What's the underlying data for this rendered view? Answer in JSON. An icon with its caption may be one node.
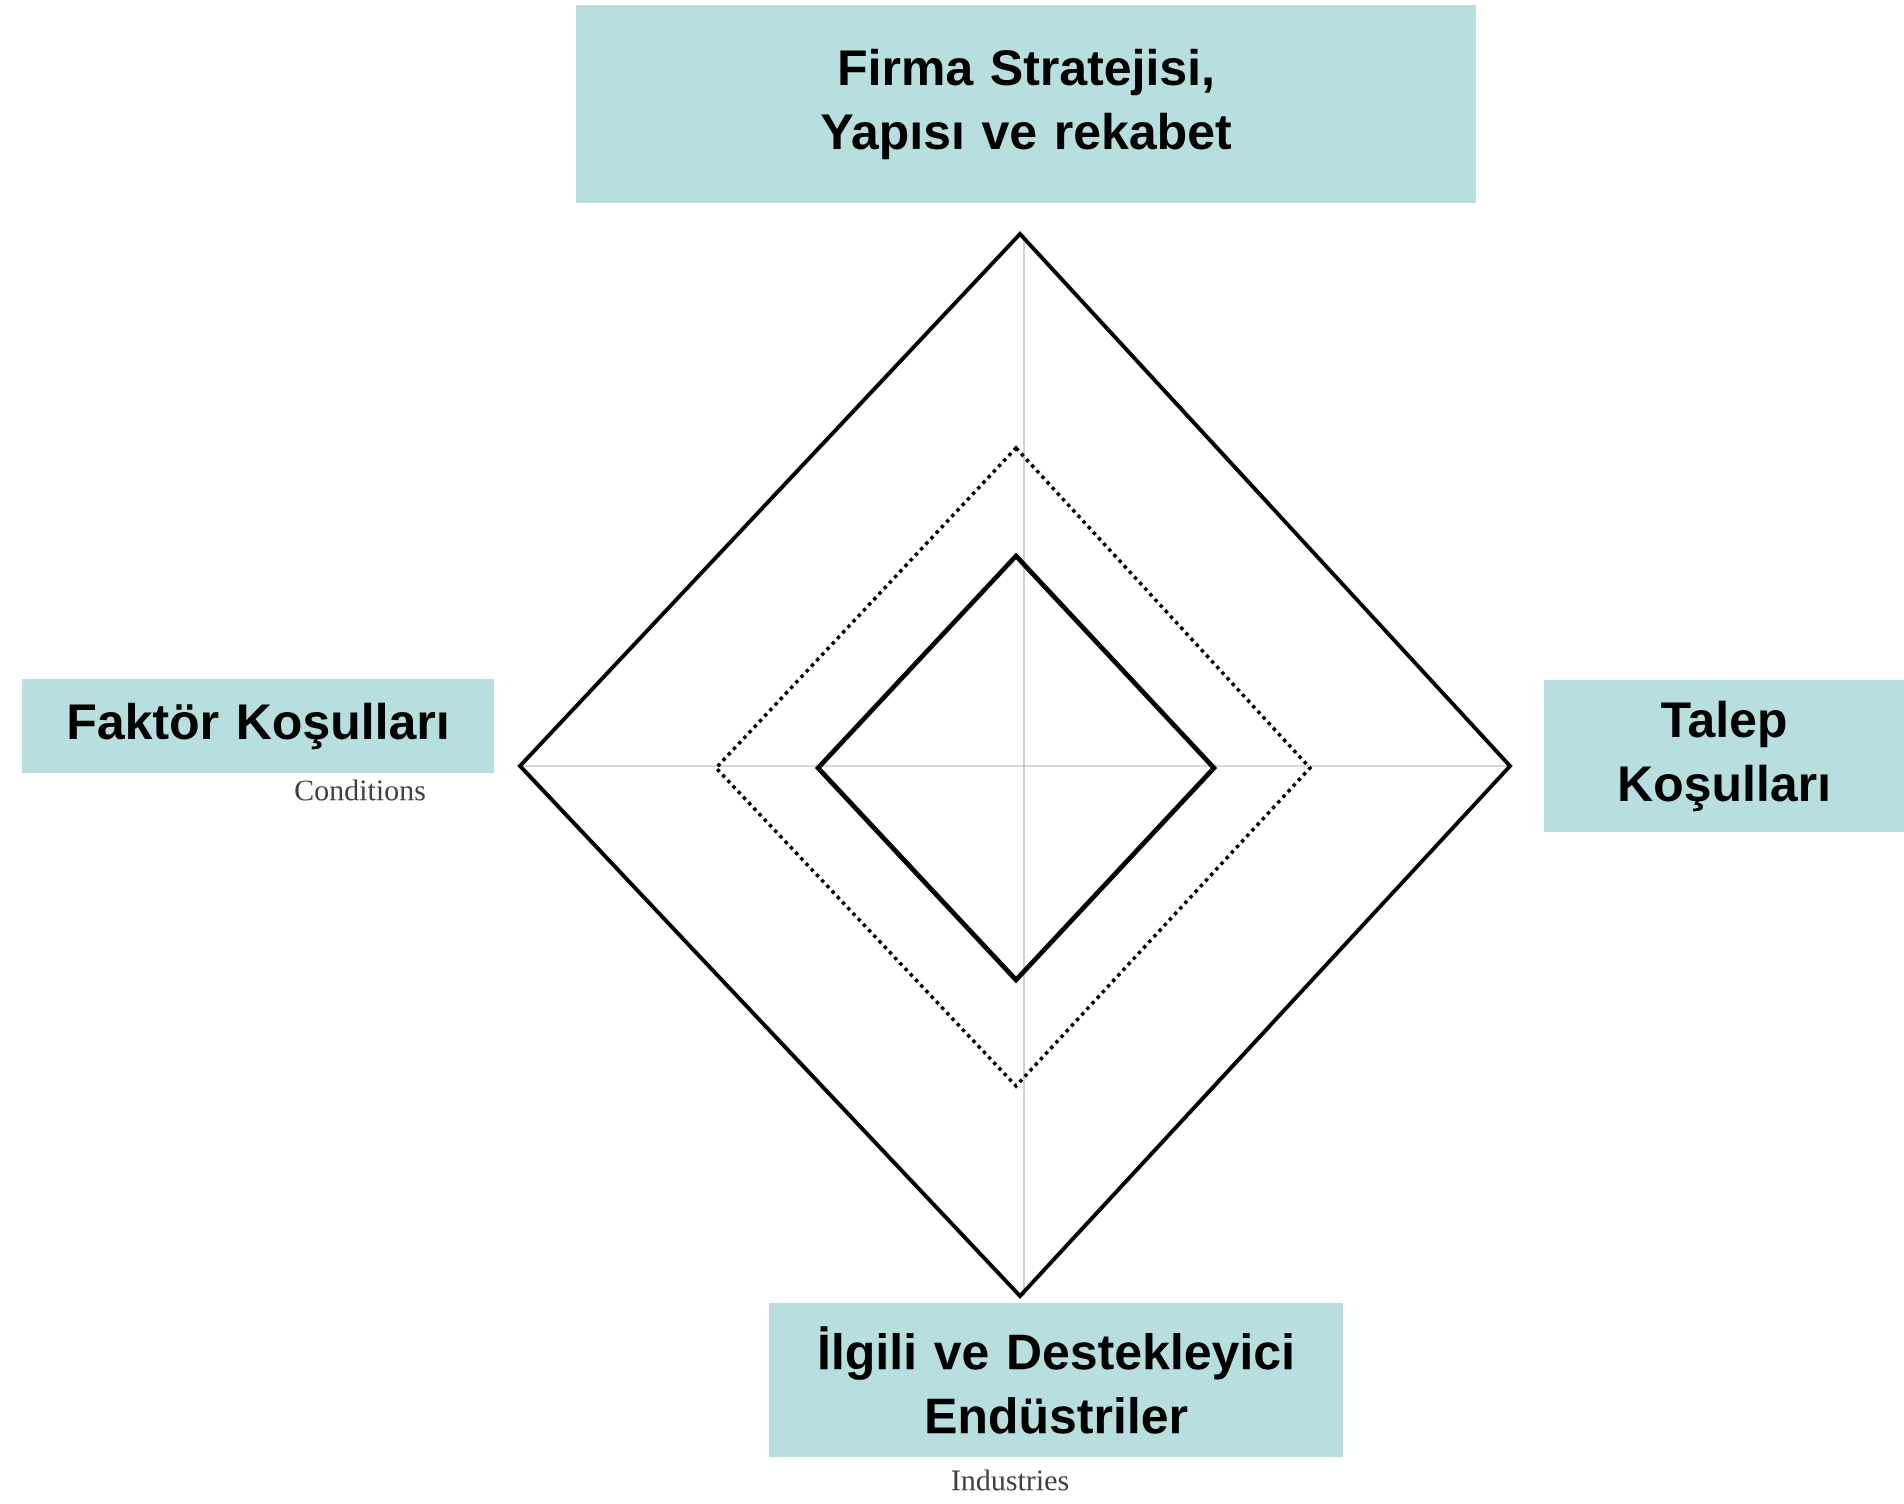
{
  "diagram": {
    "nodes": [
      {
        "text": [
          "Firma Stratejisi, Yapısı ve rekabet"
        ]
      },
      {
        "text": [
          "Faktör Koşulları"
        ],
        "beside": [
          "Conditions"
        ]
      },
      {
        "text": [
          "Talep Koşulları"
        ]
      },
      {
        "text": [
          "İlgili ve Destekleyici Endüstriler"
        ],
        "beside": [
          "Industries"
        ]
      }
    ]
  }
}
